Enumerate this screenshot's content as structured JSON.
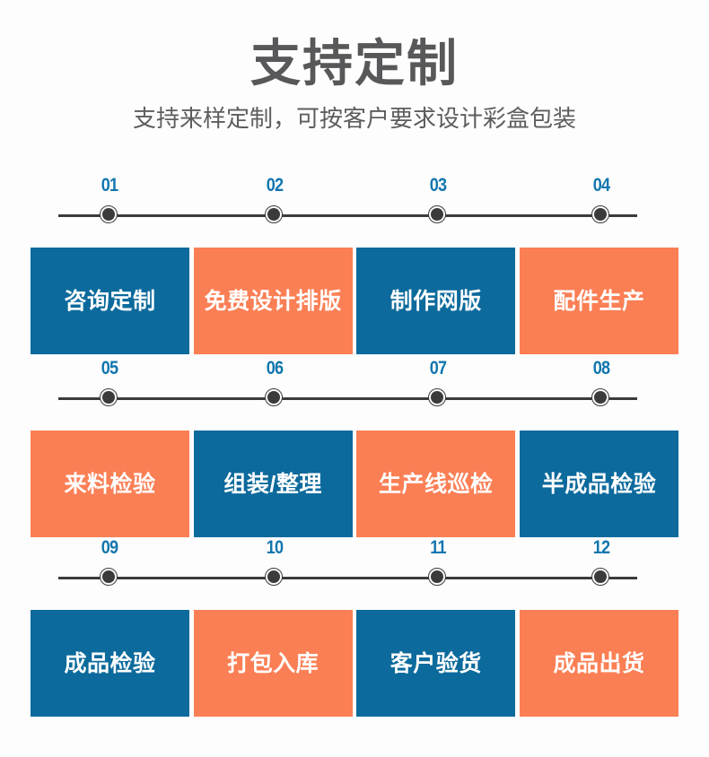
{
  "header": {
    "title": "支持定制",
    "subtitle": "支持来样定制，可按客户要求设计彩盒包装",
    "title_color": "#58585a",
    "subtitle_color": "#5d5d5f"
  },
  "theme": {
    "background": "#fdfdfd",
    "blue": "#0c6a9c",
    "orange": "#fb7f55",
    "number_color": "#1276ae",
    "line_color": "#3b3b3b"
  },
  "rows": [
    {
      "numbers": [
        "01",
        "02",
        "03",
        "04"
      ],
      "steps": [
        {
          "number": "01",
          "label": "咨询定制",
          "color": "blue"
        },
        {
          "number": "02",
          "label": "免费设计排版",
          "color": "orange"
        },
        {
          "number": "03",
          "label": "制作网版",
          "color": "blue"
        },
        {
          "number": "04",
          "label": "配件生产",
          "color": "orange"
        }
      ]
    },
    {
      "numbers": [
        "05",
        "06",
        "07",
        "08"
      ],
      "steps": [
        {
          "number": "05",
          "label": "来料检验",
          "color": "orange"
        },
        {
          "number": "06",
          "label": "组装/整理",
          "color": "blue"
        },
        {
          "number": "07",
          "label": "生产线巡检",
          "color": "orange"
        },
        {
          "number": "08",
          "label": "半成品检验",
          "color": "blue"
        }
      ]
    },
    {
      "numbers": [
        "09",
        "10",
        "11",
        "12"
      ],
      "steps": [
        {
          "number": "09",
          "label": "成品检验",
          "color": "blue"
        },
        {
          "number": "10",
          "label": "打包入库",
          "color": "orange"
        },
        {
          "number": "11",
          "label": "客户验货",
          "color": "blue"
        },
        {
          "number": "12",
          "label": "成品出货",
          "color": "orange"
        }
      ]
    }
  ]
}
